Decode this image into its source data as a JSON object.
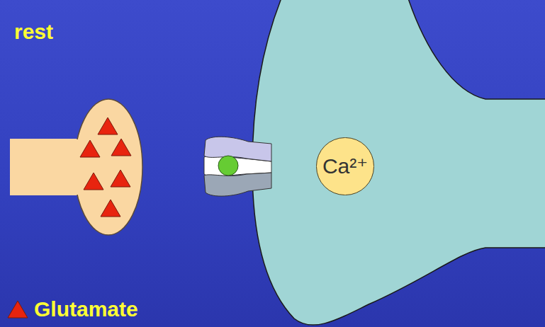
{
  "diagram": {
    "nodes": [
      {
        "text": [
          "Ca²⁺"
        ]
      }
    ],
    "labels": [
      "rest"
    ],
    "legend": [
      {
        "text": "Glutamate"
      }
    ]
  }
}
